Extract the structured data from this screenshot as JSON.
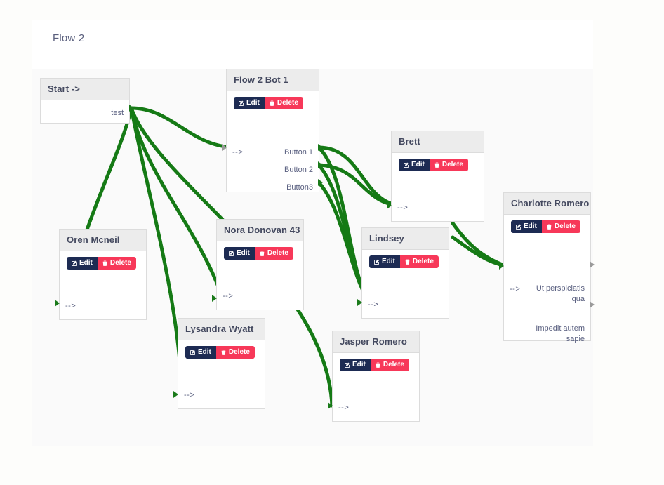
{
  "header": {
    "title": "Flow 2"
  },
  "colors": {
    "edge": "#157a15",
    "edit_button": "#1d2b53",
    "delete_button": "#f73859",
    "node_header": "#ececec",
    "canvas": "#fafafa"
  },
  "buttons": {
    "edit_label": "Edit",
    "delete_label": "Delete"
  },
  "nodes": [
    {
      "id": "start",
      "title": "Start ->",
      "has_buttons": false,
      "inputs": [],
      "outputs": [
        "test"
      ]
    },
    {
      "id": "flow2bot1",
      "title": "Flow 2 Bot 1",
      "has_buttons": true,
      "inputs": [
        "-->"
      ],
      "outputs": [
        "Button 1",
        "Button 2",
        "Button3"
      ]
    },
    {
      "id": "oren",
      "title": "Oren Mcneil",
      "has_buttons": true,
      "inputs": [
        "-->"
      ],
      "outputs": []
    },
    {
      "id": "nora",
      "title": "Nora Donovan 43",
      "has_buttons": true,
      "inputs": [
        "-->"
      ],
      "outputs": []
    },
    {
      "id": "lysandra",
      "title": "Lysandra Wyatt",
      "has_buttons": true,
      "inputs": [
        "-->"
      ],
      "outputs": []
    },
    {
      "id": "jasper",
      "title": "Jasper Romero",
      "has_buttons": true,
      "inputs": [
        "-->"
      ],
      "outputs": []
    },
    {
      "id": "brett",
      "title": "Brett",
      "has_buttons": true,
      "inputs": [
        "-->"
      ],
      "outputs": []
    },
    {
      "id": "lindsey",
      "title": "Lindsey",
      "has_buttons": true,
      "inputs": [
        "-->"
      ],
      "outputs": []
    },
    {
      "id": "charlotte",
      "title": "Charlotte Romero",
      "has_buttons": true,
      "inputs": [
        "-->"
      ],
      "outputs": [
        "Ut perspiciatis qua",
        "Impedit autem sapie"
      ]
    }
  ],
  "node_text": {
    "start_title": "Start ->",
    "start_out_test": "test",
    "bot_title": "Flow 2 Bot 1",
    "bot_in": "-->",
    "bot_out_1": "Button 1",
    "bot_out_2": "Button 2",
    "bot_out_3": "Button3",
    "oren_title": "Oren Mcneil",
    "oren_in": "-->",
    "nora_title": "Nora Donovan 43",
    "nora_in": "-->",
    "lysandra_title": "Lysandra Wyatt",
    "lysandra_in": "-->",
    "jasper_title": "Jasper Romero",
    "jasper_in": "-->",
    "brett_title": "Brett",
    "brett_in": "-->",
    "lindsey_title": "Lindsey",
    "lindsey_in": "-->",
    "charlotte_title": "Charlotte Romero",
    "charlotte_in": "-->",
    "charlotte_out_1": "Ut perspiciatis qua",
    "charlotte_out_2": "Impedit autem sapie"
  },
  "icons": {
    "edit": "pencil-square-icon",
    "delete": "trash-icon"
  }
}
